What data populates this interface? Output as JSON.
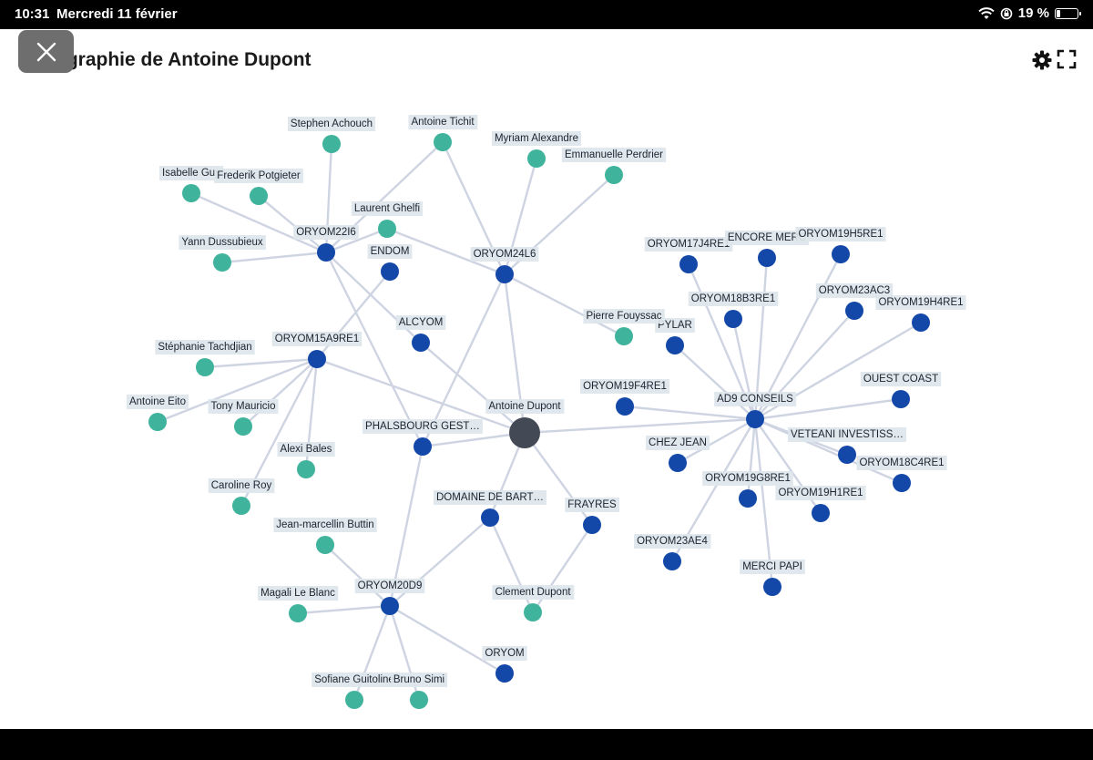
{
  "status_bar": {
    "time": "10:31",
    "date": "Mercredi 11 février",
    "battery": "19 %"
  },
  "header": {
    "title": "ographie de Antoine Dupont",
    "icons": {
      "close": "close-icon",
      "settings": "gear-icon",
      "fullscreen": "fullscreen-icon"
    }
  },
  "colors": {
    "person": "#3fb39c",
    "company": "#1448a8",
    "center": "#444a55",
    "edge": "#cfd4e2",
    "label_bg": "#dde6ec"
  },
  "graph": {
    "nodes": [
      {
        "id": "center",
        "label": "Antoine Dupont",
        "type": "center"
      },
      {
        "id": "oryom22i6",
        "label": "ORYOM22I6",
        "type": "company"
      },
      {
        "id": "endom",
        "label": "ENDOM",
        "type": "company"
      },
      {
        "id": "oryom24l6",
        "label": "ORYOM24L6",
        "type": "company"
      },
      {
        "id": "alcyom",
        "label": "ALCYOM",
        "type": "company"
      },
      {
        "id": "oryom15a9re1",
        "label": "ORYOM15A9RE1",
        "type": "company"
      },
      {
        "id": "phalsbourg",
        "label": "PHALSBOURG GEST…",
        "type": "company"
      },
      {
        "id": "domaine",
        "label": "DOMAINE DE BART…",
        "type": "company"
      },
      {
        "id": "frayres",
        "label": "FRAYRES",
        "type": "company"
      },
      {
        "id": "oryom20d9",
        "label": "ORYOM20D9",
        "type": "company"
      },
      {
        "id": "oryom",
        "label": "ORYOM",
        "type": "company"
      },
      {
        "id": "ad9",
        "label": "AD9 CONSEILS",
        "type": "company"
      },
      {
        "id": "oryom17j4re1",
        "label": "ORYOM17J4RE1",
        "type": "company"
      },
      {
        "id": "encore",
        "label": "ENCORE MERC",
        "type": "company"
      },
      {
        "id": "oryom19h5re1",
        "label": "ORYOM19H5RE1",
        "type": "company"
      },
      {
        "id": "oryom18b3re1",
        "label": "ORYOM18B3RE1",
        "type": "company"
      },
      {
        "id": "oryom23ac3",
        "label": "ORYOM23AC3",
        "type": "company"
      },
      {
        "id": "oryom19h4re1",
        "label": "ORYOM19H4RE1",
        "type": "company"
      },
      {
        "id": "pylar",
        "label": "PYLAR",
        "type": "company"
      },
      {
        "id": "ouest",
        "label": "OUEST COAST",
        "type": "company"
      },
      {
        "id": "oryom19f4re1",
        "label": "ORYOM19F4RE1",
        "type": "company"
      },
      {
        "id": "veteani",
        "label": "VETEANI INVESTISS…",
        "type": "company"
      },
      {
        "id": "chezjean",
        "label": "CHEZ JEAN",
        "type": "company"
      },
      {
        "id": "oryom18c4re1",
        "label": "ORYOM18C4RE1",
        "type": "company"
      },
      {
        "id": "oryom19g8re1",
        "label": "ORYOM19G8RE1",
        "type": "company"
      },
      {
        "id": "oryom19h1re1",
        "label": "ORYOM19H1RE1",
        "type": "company"
      },
      {
        "id": "oryom23ae4",
        "label": "ORYOM23AE4",
        "type": "company"
      },
      {
        "id": "mercipapi",
        "label": "MERCI PAPI",
        "type": "company"
      },
      {
        "id": "achouch",
        "label": "Stephen Achouch",
        "type": "person"
      },
      {
        "id": "tichit",
        "label": "Antoine Tichit",
        "type": "person"
      },
      {
        "id": "alexandre",
        "label": "Myriam Alexandre",
        "type": "person"
      },
      {
        "id": "perdrier",
        "label": "Emmanuelle Perdrier",
        "type": "person"
      },
      {
        "id": "guy",
        "label": "Isabelle Guy",
        "type": "person"
      },
      {
        "id": "potgieter",
        "label": "Frederik Potgieter",
        "type": "person"
      },
      {
        "id": "ghelfi",
        "label": "Laurent Ghelfi",
        "type": "person"
      },
      {
        "id": "dussubieux",
        "label": "Yann Dussubieux",
        "type": "person"
      },
      {
        "id": "fouyssac",
        "label": "Pierre Fouyssac",
        "type": "person"
      },
      {
        "id": "tachdjian",
        "label": "Stéphanie Tachdjian",
        "type": "person"
      },
      {
        "id": "eito",
        "label": "Antoine Eito",
        "type": "person"
      },
      {
        "id": "mauricio",
        "label": "Tony Mauricio",
        "type": "person"
      },
      {
        "id": "bales",
        "label": "Alexi Bales",
        "type": "person"
      },
      {
        "id": "roy",
        "label": "Caroline Roy",
        "type": "person"
      },
      {
        "id": "buttin",
        "label": "Jean-marcellin Buttin",
        "type": "person"
      },
      {
        "id": "leblanc",
        "label": "Magali Le Blanc",
        "type": "person"
      },
      {
        "id": "guitoline",
        "label": "Sofiane Guitoline",
        "type": "person"
      },
      {
        "id": "simi",
        "label": "Bruno Simi",
        "type": "person"
      },
      {
        "id": "cdupont",
        "label": "Clement Dupont",
        "type": "person"
      }
    ],
    "edges": [
      [
        "center",
        "oryom24l6"
      ],
      [
        "center",
        "alcyom"
      ],
      [
        "center",
        "oryom15a9re1"
      ],
      [
        "center",
        "domaine"
      ],
      [
        "center",
        "frayres"
      ],
      [
        "center",
        "ad9"
      ],
      [
        "center",
        "phalsbourg"
      ],
      [
        "oryom22i6",
        "achouch"
      ],
      [
        "oryom22i6",
        "tichit"
      ],
      [
        "oryom22i6",
        "guy"
      ],
      [
        "oryom22i6",
        "potgieter"
      ],
      [
        "oryom22i6",
        "dussubieux"
      ],
      [
        "oryom22i6",
        "ghelfi"
      ],
      [
        "oryom22i6",
        "alcyom"
      ],
      [
        "oryom22i6",
        "phalsbourg"
      ],
      [
        "oryom24l6",
        "tichit"
      ],
      [
        "oryom24l6",
        "alexandre"
      ],
      [
        "oryom24l6",
        "perdrier"
      ],
      [
        "oryom24l6",
        "ghelfi"
      ],
      [
        "oryom24l6",
        "fouyssac"
      ],
      [
        "oryom24l6",
        "phalsbourg"
      ],
      [
        "endom",
        "oryom15a9re1"
      ],
      [
        "oryom15a9re1",
        "tachdjian"
      ],
      [
        "oryom15a9re1",
        "eito"
      ],
      [
        "oryom15a9re1",
        "mauricio"
      ],
      [
        "oryom15a9re1",
        "bales"
      ],
      [
        "oryom15a9re1",
        "roy"
      ],
      [
        "phalsbourg",
        "oryom20d9"
      ],
      [
        "domaine",
        "oryom20d9"
      ],
      [
        "domaine",
        "cdupont"
      ],
      [
        "frayres",
        "cdupont"
      ],
      [
        "oryom20d9",
        "buttin"
      ],
      [
        "oryom20d9",
        "leblanc"
      ],
      [
        "oryom20d9",
        "guitoline"
      ],
      [
        "oryom20d9",
        "simi"
      ],
      [
        "oryom20d9",
        "oryom"
      ],
      [
        "ad9",
        "oryom17j4re1"
      ],
      [
        "ad9",
        "encore"
      ],
      [
        "ad9",
        "oryom19h5re1"
      ],
      [
        "ad9",
        "oryom18b3re1"
      ],
      [
        "ad9",
        "oryom23ac3"
      ],
      [
        "ad9",
        "oryom19h4re1"
      ],
      [
        "ad9",
        "pylar"
      ],
      [
        "ad9",
        "ouest"
      ],
      [
        "ad9",
        "oryom19f4re1"
      ],
      [
        "ad9",
        "veteani"
      ],
      [
        "ad9",
        "chezjean"
      ],
      [
        "ad9",
        "oryom18c4re1"
      ],
      [
        "ad9",
        "oryom19g8re1"
      ],
      [
        "ad9",
        "oryom19h1re1"
      ],
      [
        "ad9",
        "oryom23ae4"
      ],
      [
        "ad9",
        "mercipapi"
      ]
    ]
  }
}
